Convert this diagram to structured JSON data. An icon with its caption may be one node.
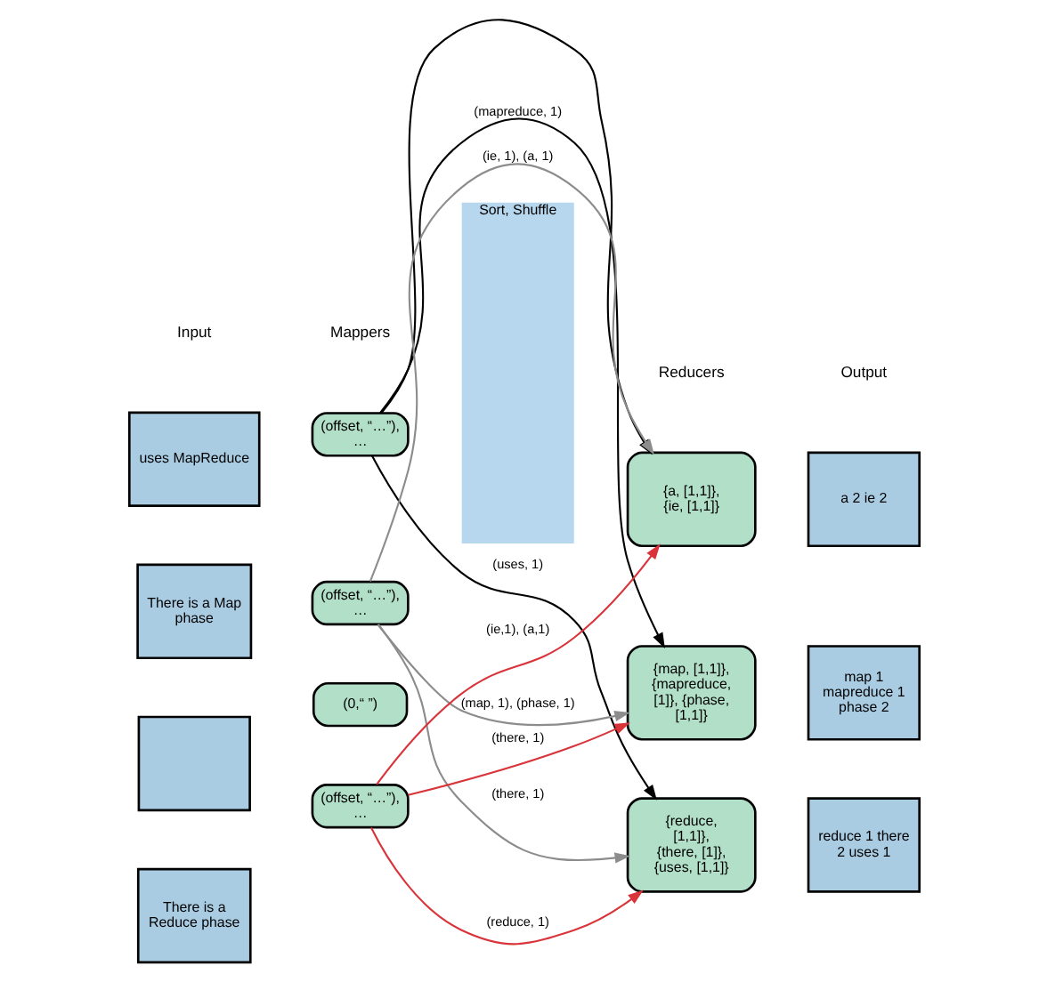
{
  "diagram": {
    "nodes": [
      {
        "text": [
          "uses MapReduce"
        ]
      },
      {
        "text": [
          "There is a Map phase"
        ]
      },
      {
        "text": [],
        "shape": "box"
      },
      {
        "text": [
          "There is a Reduce phase"
        ]
      },
      {
        "text": [
          "(offset, “…”), …"
        ]
      },
      {
        "text": [
          "(offset, “…”), …"
        ]
      },
      {
        "text": [
          "(0,“ ”)"
        ]
      },
      {
        "text": [
          "(offset, “…”), …"
        ]
      },
      {
        "text": [
          "Sort, Shuffle"
        ]
      },
      {
        "text": [
          "{a, [1,1]}, {ie, [1,1]}"
        ]
      },
      {
        "text": [
          "{map, [1,1]}, {mapreduce, [1]}, {phase, [1,1]}"
        ]
      },
      {
        "text": [
          "{reduce, [1,1]}, {there, [1]}, {uses, [1,1]}"
        ]
      },
      {
        "text": [
          "a 2 ie 2"
        ]
      },
      {
        "text": [
          "map 1 mapreduce 1 phase 2"
        ]
      },
      {
        "text": [
          "reduce 1 there 2 uses 1"
        ]
      }
    ],
    "edges": [
      {
        "from": 4,
        "to": 9,
        "arrow": "to"
      },
      {
        "from": 4,
        "to": 10,
        "arrow": "to",
        "label": "(mapreduce, 1)"
      },
      {
        "from": 4,
        "to": 11,
        "arrow": "to",
        "label": "(uses, 1)"
      },
      {
        "from": 5,
        "to": 9,
        "arrow": "to",
        "label": "(ie, 1), (a, 1)",
        "color": "#8c8c8c"
      },
      {
        "from": 5,
        "to": 10,
        "arrow": "to",
        "label": "(map, 1), (phase, 1)",
        "color": "#8c8c8c"
      },
      {
        "from": 5,
        "to": 11,
        "arrow": "to",
        "label": "(there, 1)",
        "color": "#8c8c8c"
      },
      {
        "from": 7,
        "to": 9,
        "arrow": "to",
        "label": "(ie,1), (a,1)",
        "color": "#d9343a"
      },
      {
        "from": 7,
        "to": 10,
        "arrow": "to",
        "label": "(there, 1)",
        "color": "#d9343a"
      },
      {
        "from": 7,
        "to": 11,
        "arrow": "to",
        "label": "(reduce, 1)",
        "color": "#d9343a"
      }
    ],
    "labels": [
      "Input",
      "Mappers",
      "Reducers",
      "Output"
    ]
  }
}
